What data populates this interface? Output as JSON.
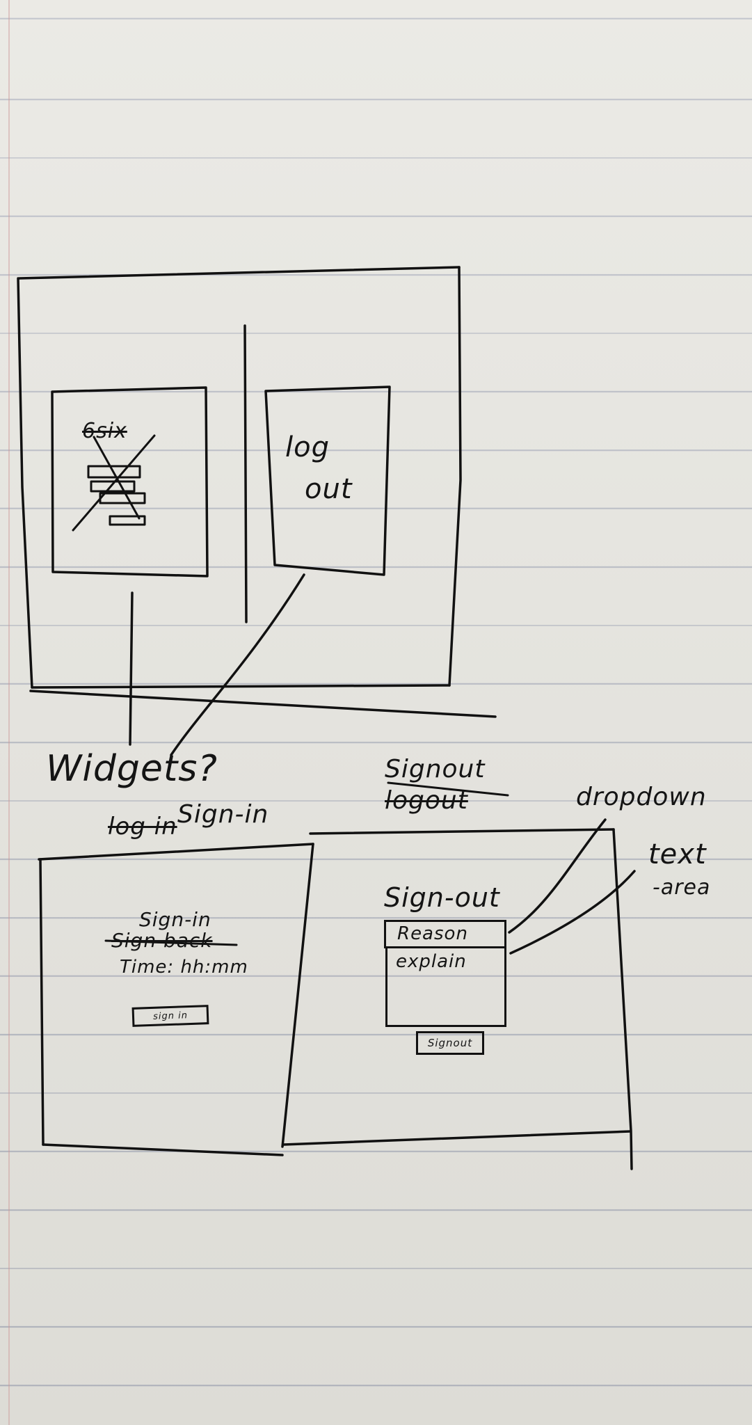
{
  "sketch": {
    "top_frame": {
      "left_panel_crossed_text": "6six",
      "right_panel_text_line1": "log",
      "right_panel_text_line2": "out"
    },
    "widgets_note": "Widgets?",
    "login_panel": {
      "title_crossed": "log in",
      "title": "Sign-in",
      "heading_inserted": "Sign-in",
      "heading_crossed": "Sign back",
      "time_label": "Time: hh:mm",
      "button_label": "sign in"
    },
    "logout_panel": {
      "title_new": "Signout",
      "title_crossed": "logout",
      "heading": "Sign-out",
      "dropdown_value": "Reason",
      "textarea_placeholder": "explain",
      "button_label": "Signout"
    },
    "annotations": {
      "dropdown": "dropdown",
      "text_area_line1": "text",
      "text_area_line2": "-area"
    }
  }
}
